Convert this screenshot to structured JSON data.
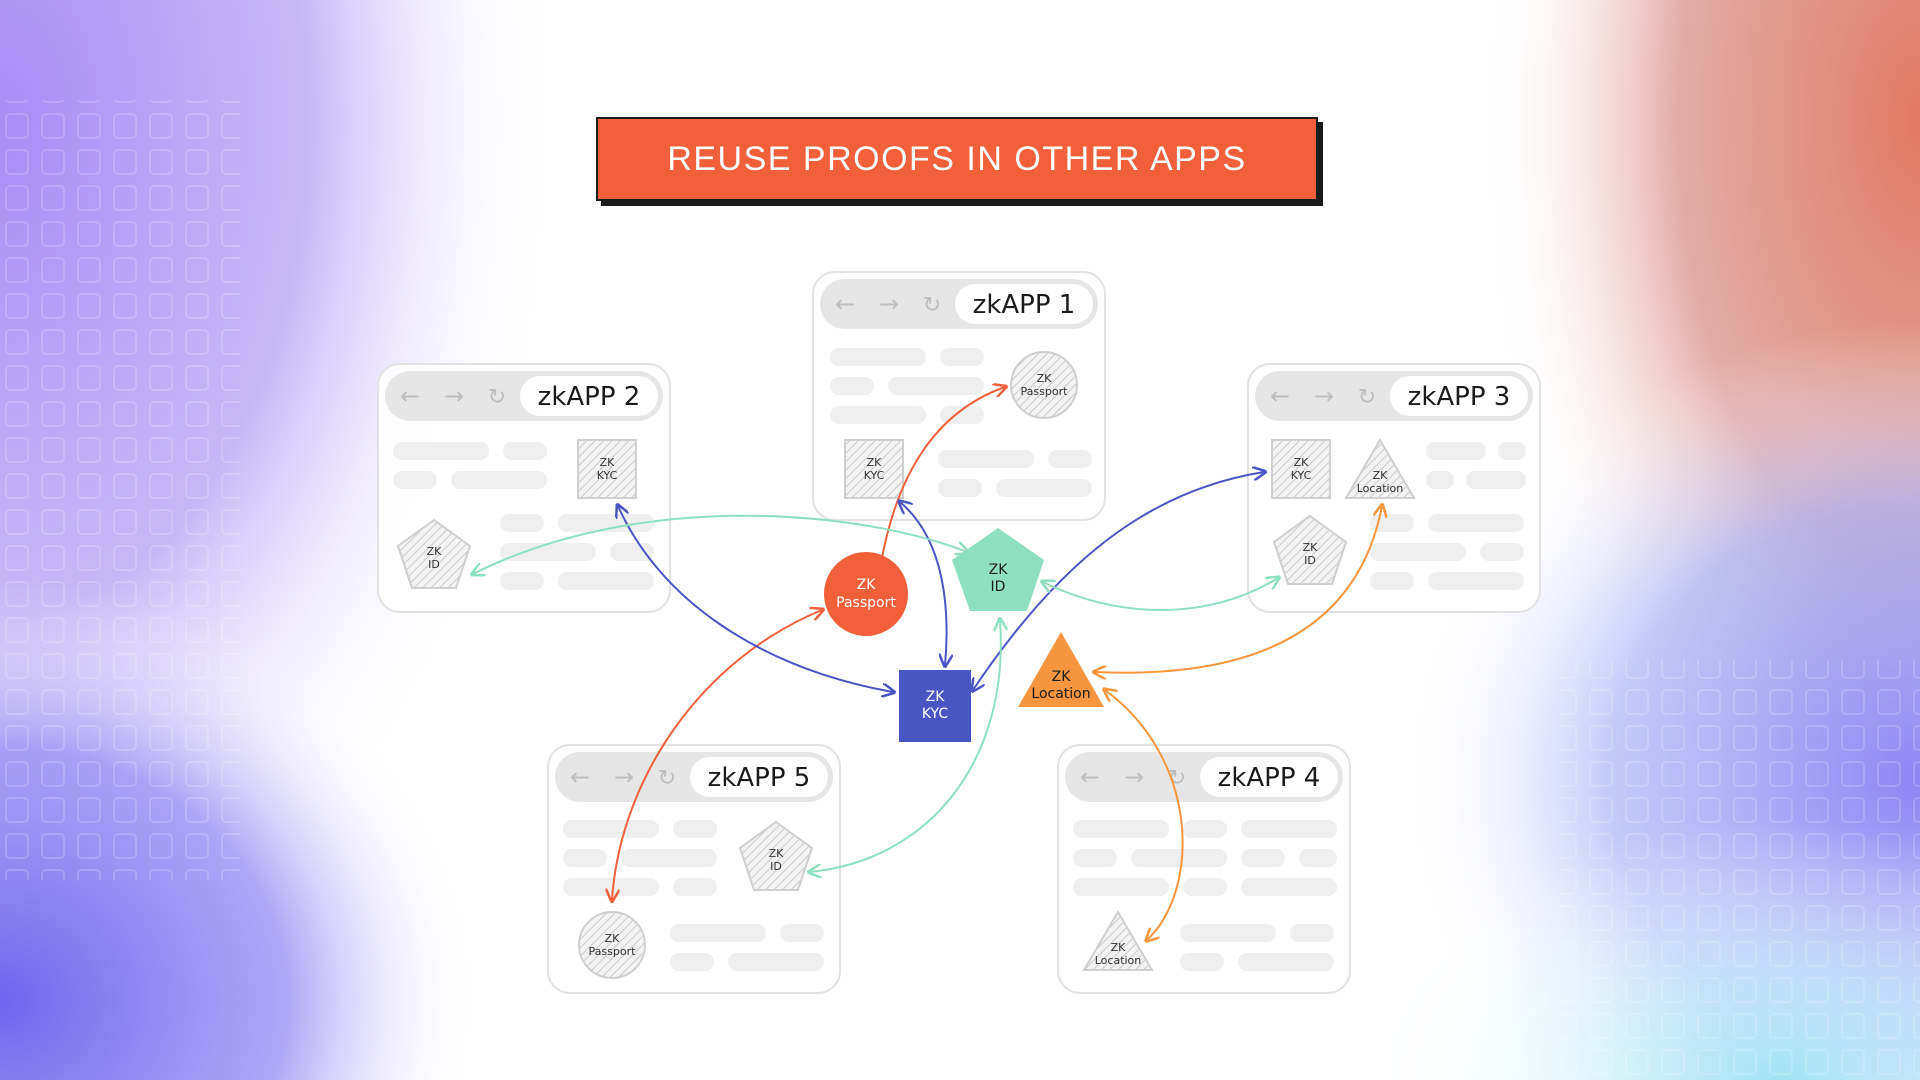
{
  "title": "REUSE PROOFS IN OTHER APPS",
  "colors": {
    "title_bg": "#f2603b",
    "passport": "#f2603b",
    "kyc": "#4a55c4",
    "id": "#8fe0c0",
    "location": "#f7963e",
    "card_border": "#e2e2e2",
    "placeholder": "#efefef"
  },
  "nav_icons": [
    "back-arrow-icon",
    "forward-arrow-icon",
    "reload-icon"
  ],
  "apps": [
    {
      "id": "app1",
      "name": "zkAPP 1"
    },
    {
      "id": "app2",
      "name": "zkAPP 2"
    },
    {
      "id": "app3",
      "name": "zkAPP 3"
    },
    {
      "id": "app4",
      "name": "zkAPP 4"
    },
    {
      "id": "app5",
      "name": "zkAPP 5"
    }
  ],
  "labels": {
    "zk": "ZK",
    "passport": "Passport",
    "kyc": "KYC",
    "id": "ID",
    "location": "Location"
  },
  "central_proofs": [
    {
      "key": "passport",
      "shape": "circle"
    },
    {
      "key": "id",
      "shape": "pentagon"
    },
    {
      "key": "kyc",
      "shape": "square"
    },
    {
      "key": "location",
      "shape": "triangle"
    }
  ]
}
